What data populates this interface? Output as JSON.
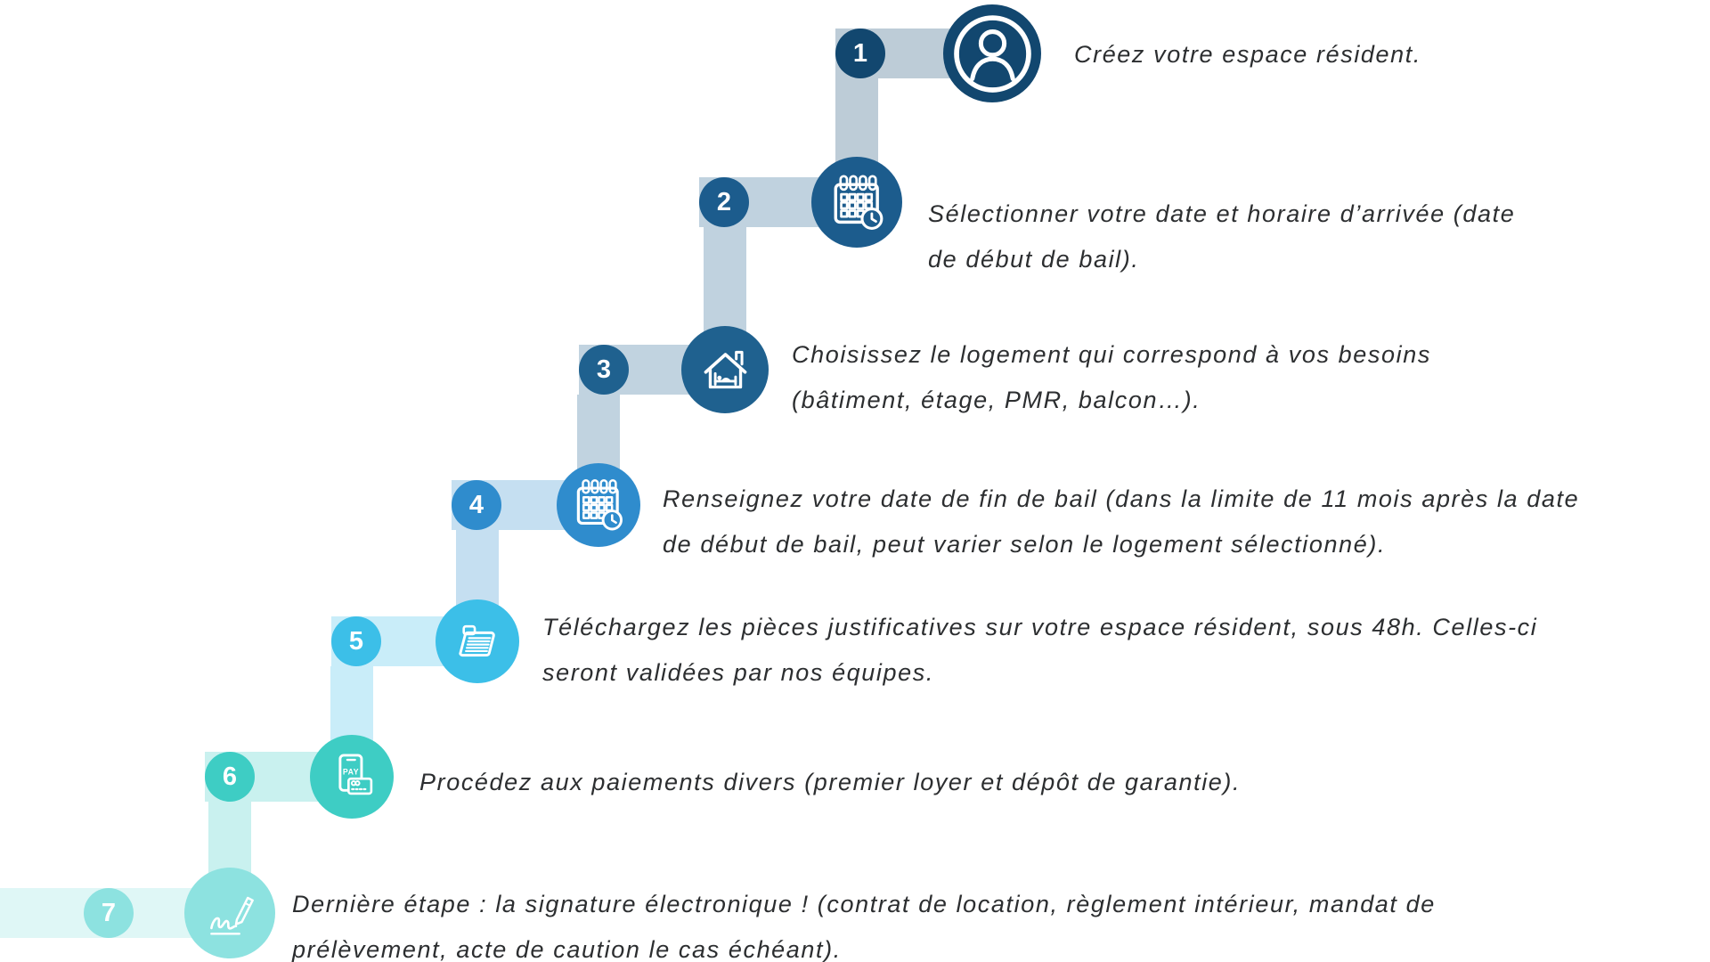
{
  "background": "#ffffff",
  "text_color": "#2c2e30",
  "steps": [
    {
      "number": "1",
      "icon": "user-icon",
      "color": "#12476f",
      "lines": [
        "Créez votre espace résident."
      ]
    },
    {
      "number": "2",
      "icon": "calendar-clock-icon",
      "color": "#1c5c8d",
      "lines": [
        "Sélectionner votre date et horaire d’arrivée (date",
        "de début de bail)."
      ]
    },
    {
      "number": "3",
      "icon": "house-bed-icon",
      "color": "#1f618f",
      "lines": [
        "Choisissez le logement qui correspond à vos besoins",
        "(bâtiment, étage, PMR, balcon…)."
      ]
    },
    {
      "number": "4",
      "icon": "calendar-clock-icon",
      "color": "#2f8ccd",
      "lines": [
        "Renseignez votre date de fin de bail (dans la limite de 11 mois après la date",
        "de début de bail, peut varier selon le logement sélectionné)."
      ]
    },
    {
      "number": "5",
      "icon": "folder-documents-icon",
      "color": "#3cbfe8",
      "lines": [
        "Téléchargez les pièces justificatives sur votre espace résident, sous 48h. Celles-ci",
        "seront validées par nos équipes."
      ]
    },
    {
      "number": "6",
      "icon": "mobile-payment-icon",
      "color": "#3ecdc4",
      "lines": [
        "Procédez aux paiements divers (premier loyer et dépôt de garantie)."
      ]
    },
    {
      "number": "7",
      "icon": "signature-pen-icon",
      "color": "#8de2e0",
      "lines": [
        "Dernière étape : la signature électronique ! (contrat de location, règlement intérieur, mandat de",
        "prélèvement, acte de caution le cas échéant)."
      ]
    }
  ]
}
